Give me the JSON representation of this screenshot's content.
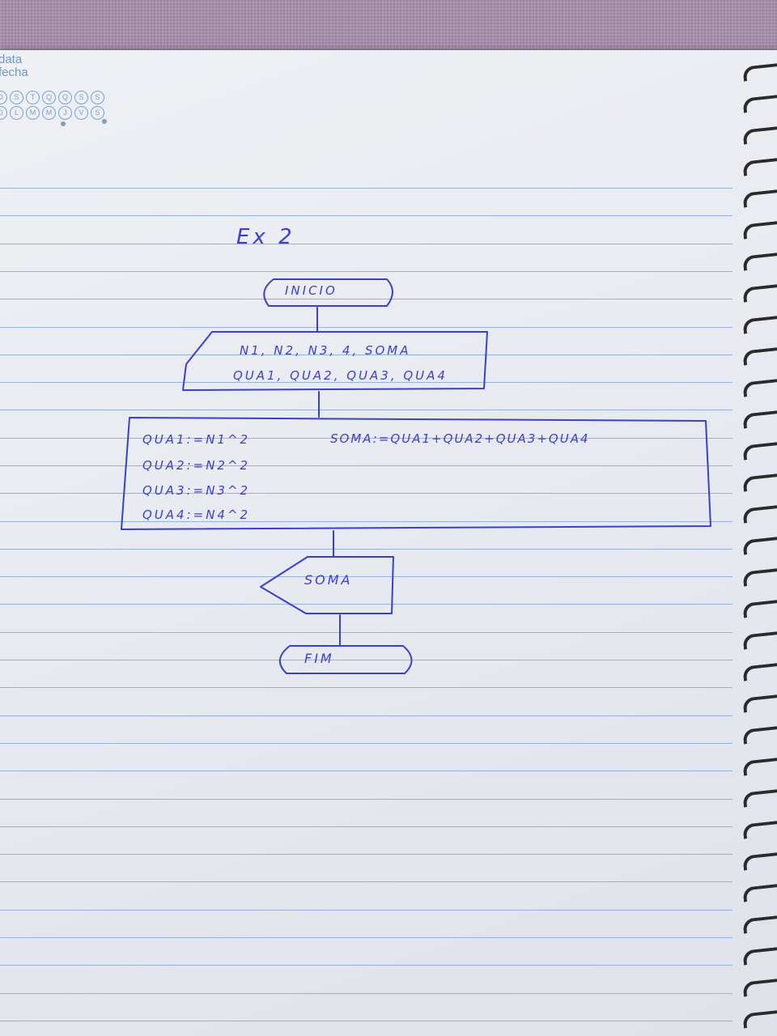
{
  "notebook": {
    "header": {
      "date_label": "data",
      "fecha_label": "fecha"
    },
    "weekdays_row1": [
      "D",
      "S",
      "T",
      "Q",
      "Q",
      "S",
      "S"
    ],
    "weekdays_row2": [
      "D",
      "L",
      "M",
      "M",
      "J",
      "V",
      "S"
    ]
  },
  "flowchart": {
    "title": "Ex 2",
    "start_label": "INICIO",
    "declare_line1": "N1, N2, N3, 4, SOMA",
    "declare_line2": "QUA1, QUA2, QUA3, QUA4",
    "process_line1": "QUA1:=N1^2",
    "process_line2": "QUA2:=N2^2",
    "process_line3": "QUA3:=N3^2",
    "process_line4": "QUA4:=N4^2",
    "process_sum": "SOMA:=QUA1+QUA2+QUA3+QUA4",
    "output_label": "SOMA",
    "end_label": "FIM"
  },
  "colors": {
    "ink": "#3b3fd0",
    "rule": "#8aa7d6",
    "print": "#7aa0cc"
  }
}
